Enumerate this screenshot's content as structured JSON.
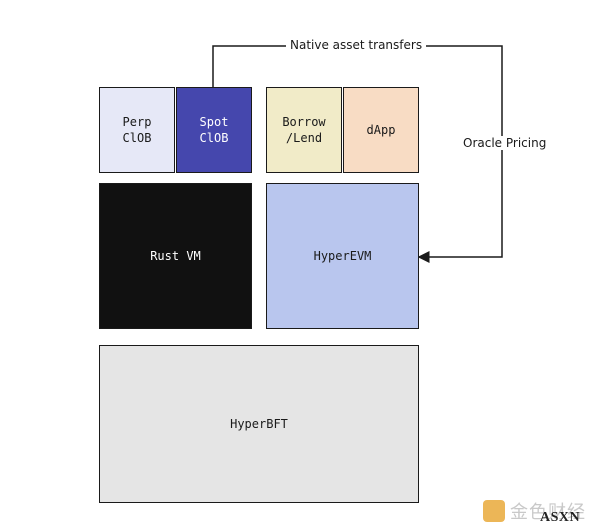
{
  "diagram": {
    "boxes": {
      "perp_clob": {
        "label": "Perp\nClOB",
        "fill": "#e6e8f7"
      },
      "spot_clob": {
        "label": "Spot\nClOB",
        "fill": "#4547ad"
      },
      "borrow_lend": {
        "label": "Borrow\n/Lend",
        "fill": "#f1ebc8"
      },
      "dapp": {
        "label": "dApp",
        "fill": "#f8dcc4"
      },
      "rust_vm": {
        "label": "Rust VM",
        "fill": "#111111"
      },
      "hyper_evm": {
        "label": "HyperEVM",
        "fill": "#b9c6ee"
      },
      "hyper_bft": {
        "label": "HyperBFT",
        "fill": "#e5e5e5"
      }
    },
    "edges": {
      "native_asset_transfers": {
        "label": "Native asset transfers"
      },
      "oracle_pricing": {
        "label": "Oracle Pricing"
      }
    }
  },
  "watermark": {
    "text": "金色财经",
    "brand": "ASXN"
  }
}
